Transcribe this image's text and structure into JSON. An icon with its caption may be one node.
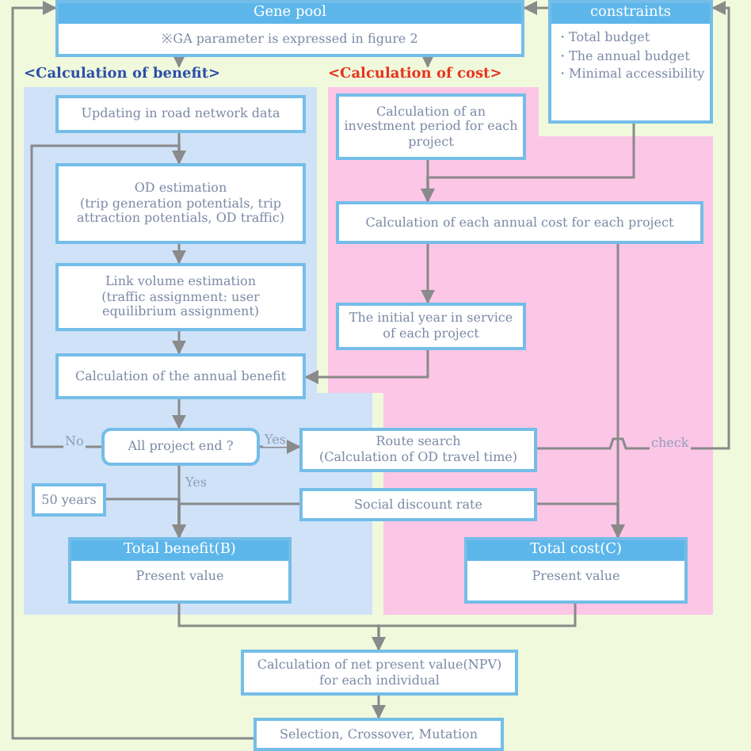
{
  "diagram": {
    "nodes": [
      {
        "text": [
          "Gene pool",
          "※GA parameter is expressed in figure 2"
        ]
      },
      {
        "text": [
          "constraints",
          "・Total budget",
          "・The annual budget",
          "・Minimal accessibility"
        ]
      },
      {
        "text": [
          "<Calculation of benefit>"
        ]
      },
      {
        "text": [
          "<Calculation of cost>"
        ]
      },
      {
        "text": [
          "Updating in road network data"
        ],
        "in": 2
      },
      {
        "text": [
          "OD estimation",
          "(trip generation potentials, trip attraction potentials, OD traffic)"
        ],
        "in": 2
      },
      {
        "text": [
          "Link volume estimation",
          "(traffic assignment: user equilibrium assignment)"
        ],
        "in": 2
      },
      {
        "text": [
          "Calculation of the annual benefit"
        ],
        "in": 2
      },
      {
        "text": [
          "All project end ?"
        ],
        "in": 2
      },
      {
        "text": [
          "Calculation of an investment period for each project"
        ],
        "in": 3
      },
      {
        "text": [
          "Calculation of each annual cost for each project"
        ],
        "in": 3
      },
      {
        "text": [
          "The initial year in service of each project"
        ],
        "in": 3
      },
      {
        "text": [
          "Route search",
          "(Calculation of OD travel time)"
        ]
      },
      {
        "text": [
          "50 years"
        ],
        "in": 2
      },
      {
        "text": [
          "Social discount rate"
        ]
      },
      {
        "text": [
          "Total benefit(B)",
          "Present value"
        ],
        "in": 2
      },
      {
        "text": [
          "Total cost(C)",
          "Present value"
        ],
        "in": 3
      },
      {
        "text": [
          "Calculation of net present value(NPV) for each individual"
        ]
      },
      {
        "text": [
          "Selection, Crossover, Mutation"
        ]
      }
    ],
    "edges": [
      {
        "from": 0,
        "to": 2,
        "arrow": "to"
      },
      {
        "from": 0,
        "to": 3,
        "arrow": "to"
      },
      {
        "from": 4,
        "to": 5,
        "arrow": "to"
      },
      {
        "from": 5,
        "to": 6,
        "arrow": "to"
      },
      {
        "from": 6,
        "to": 7,
        "arrow": "to"
      },
      {
        "from": 7,
        "to": 8,
        "arrow": "to"
      },
      {
        "from": 8,
        "to": 5,
        "arrow": "to",
        "label": "No"
      },
      {
        "from": 8,
        "to": 12,
        "arrow": "to",
        "label": "Yes"
      },
      {
        "from": 8,
        "to": 15,
        "arrow": "to",
        "label": "Yes"
      },
      {
        "from": 9,
        "to": 10,
        "arrow": "to"
      },
      {
        "from": 1,
        "to": 10,
        "arrow": "to"
      },
      {
        "from": 10,
        "to": 11,
        "arrow": "to"
      },
      {
        "from": 11,
        "to": 7,
        "arrow": "to"
      },
      {
        "from": 10,
        "to": 16,
        "arrow": "to"
      },
      {
        "from": 12,
        "to": 1,
        "arrow": "to",
        "label": "check"
      },
      {
        "from": 13,
        "to": 15,
        "arrow": "to"
      },
      {
        "from": 14,
        "to": 15,
        "arrow": "to"
      },
      {
        "from": 14,
        "to": 16,
        "arrow": "to"
      },
      {
        "from": 15,
        "to": 17,
        "arrow": "to"
      },
      {
        "from": 16,
        "to": 17,
        "arrow": "to"
      },
      {
        "from": 17,
        "to": 18,
        "arrow": "to"
      },
      {
        "from": 18,
        "to": 0,
        "arrow": "to"
      },
      {
        "from": 1,
        "to": 0,
        "arrow": "to"
      }
    ]
  }
}
